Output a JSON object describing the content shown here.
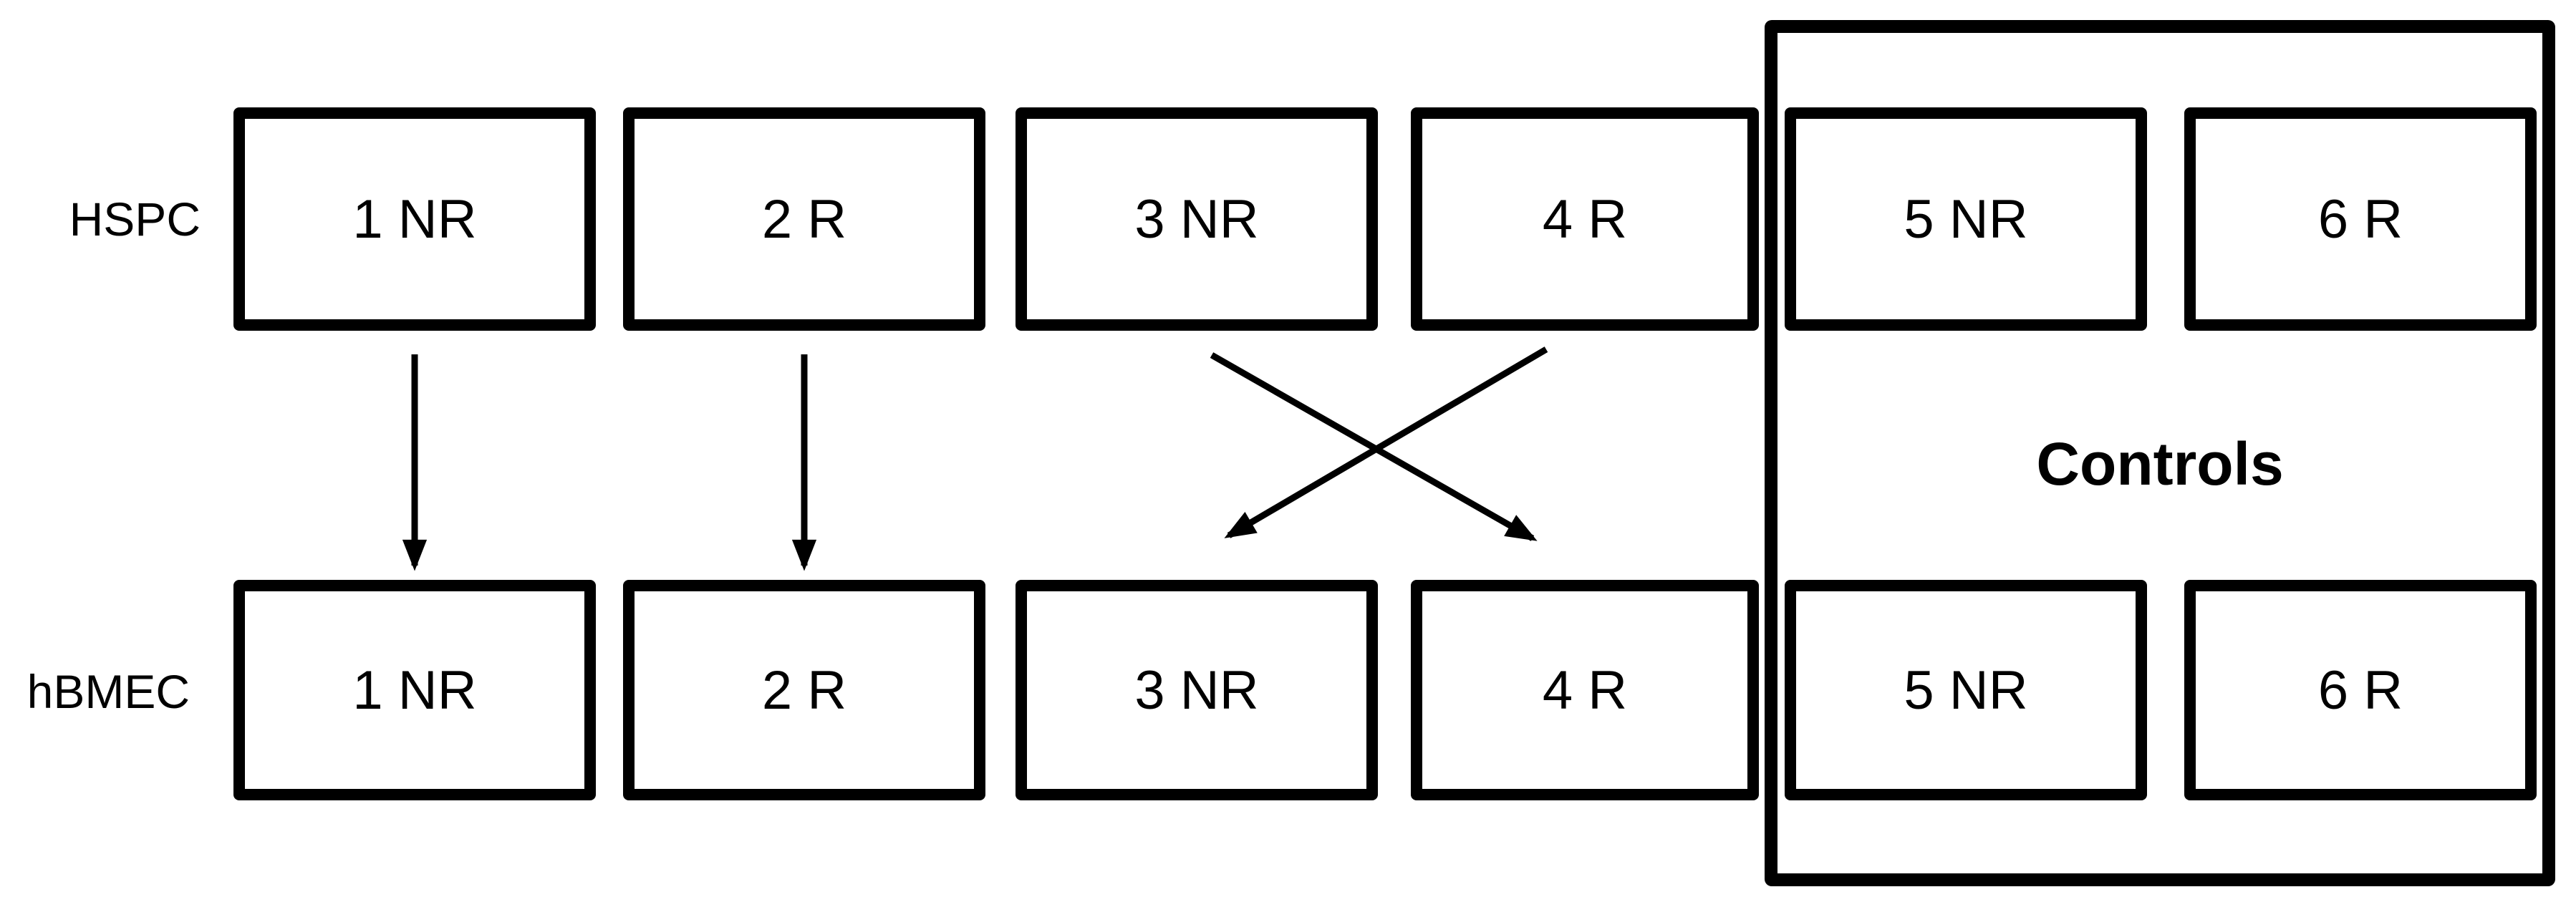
{
  "diagram": {
    "row_labels": {
      "top": "HSPC",
      "bottom": "hBMEC"
    },
    "top_row": [
      "1 NR",
      "2 R",
      "3 NR",
      "4 R",
      "5 NR",
      "6 R"
    ],
    "bottom_row": [
      "1 NR",
      "2 R",
      "3 NR",
      "4 R",
      "5 NR",
      "6 R"
    ],
    "controls": {
      "label": "Controls"
    },
    "arrows": [
      {
        "from": "HSPC 1 NR",
        "to": "hBMEC 1 NR",
        "shape": "straight-down"
      },
      {
        "from": "HSPC 2 R",
        "to": "hBMEC 2 R",
        "shape": "straight-down"
      },
      {
        "from": "HSPC 3 NR",
        "to": "hBMEC 4 R",
        "shape": "diagonal-cross"
      },
      {
        "from": "HSPC 4 R",
        "to": "hBMEC 3 NR",
        "shape": "diagonal-cross"
      }
    ],
    "colors": {
      "line": "#000000",
      "text": "#000000",
      "background": "#ffffff"
    }
  }
}
